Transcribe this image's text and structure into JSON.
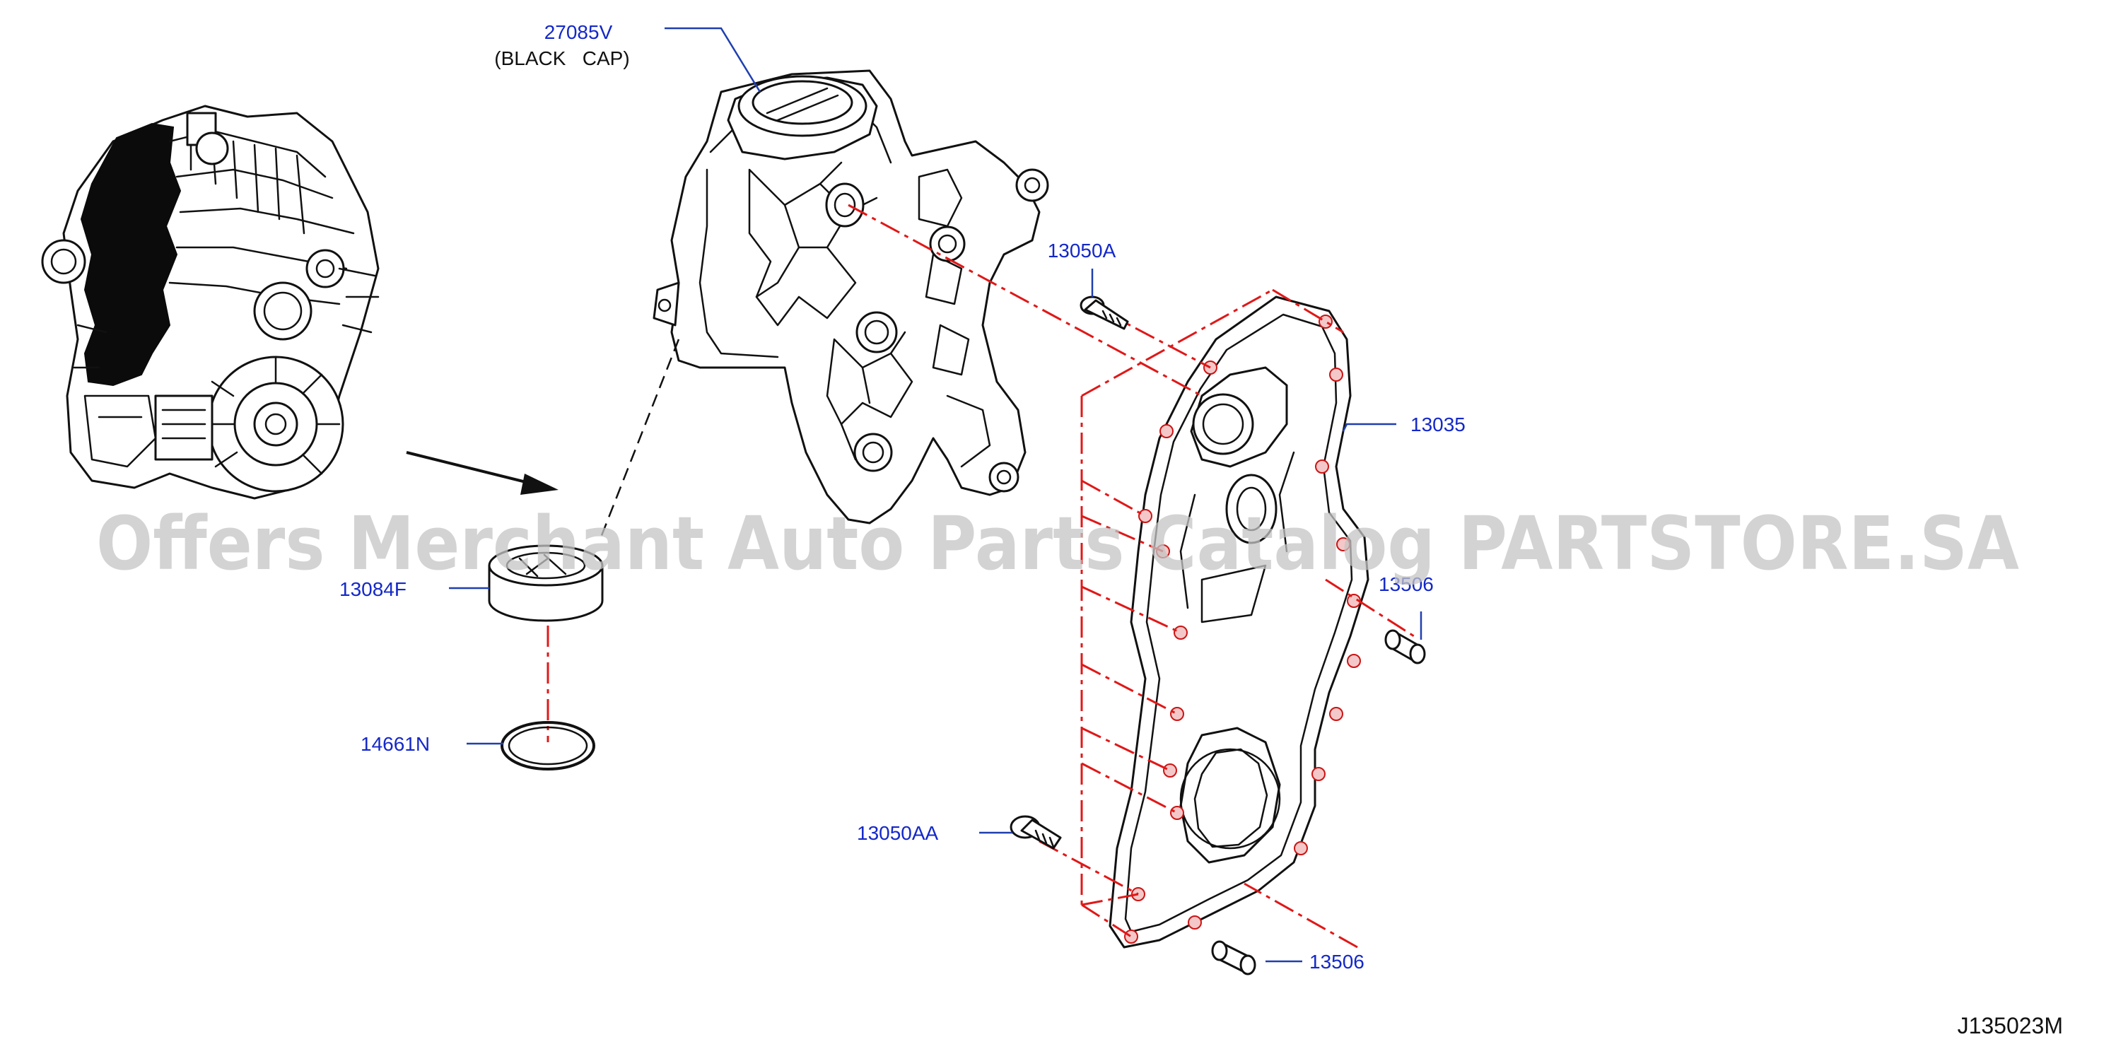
{
  "diagram": {
    "watermark": "Offers Merchant Auto Parts Catalog PARTSTORE.SA",
    "figure_code": "J135023M",
    "labels": [
      {
        "id": "cap",
        "part": "27085V",
        "note": "(BLACK   CAP)"
      },
      {
        "id": "bolt-top",
        "part": "13050A"
      },
      {
        "id": "cover",
        "part": "13035"
      },
      {
        "id": "seal",
        "part": "13084F"
      },
      {
        "id": "oring",
        "part": "14661N"
      },
      {
        "id": "dowel-upper",
        "part": "13506"
      },
      {
        "id": "bolt-bottom",
        "part": "13050AA"
      },
      {
        "id": "dowel-lower",
        "part": "13506"
      }
    ]
  },
  "colors": {
    "label_text": "#1428c8",
    "leader_line": "#1f3fb0",
    "centerline": "#e01818",
    "outline": "#111111",
    "watermark": "#c4c4c4"
  }
}
